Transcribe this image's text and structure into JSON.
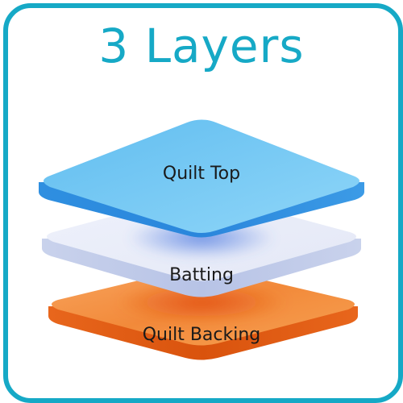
{
  "title": "3 Layers",
  "layers": [
    {
      "label": "Quilt Top"
    },
    {
      "label": "Batting"
    },
    {
      "label": "Quilt Backing"
    }
  ],
  "colors": {
    "frame": "#16a9c6",
    "title": "#16a9c6",
    "quilt_top": "#6fc7f3",
    "batting": "#dfe4f4",
    "quilt_backing": "#f07a2a"
  }
}
